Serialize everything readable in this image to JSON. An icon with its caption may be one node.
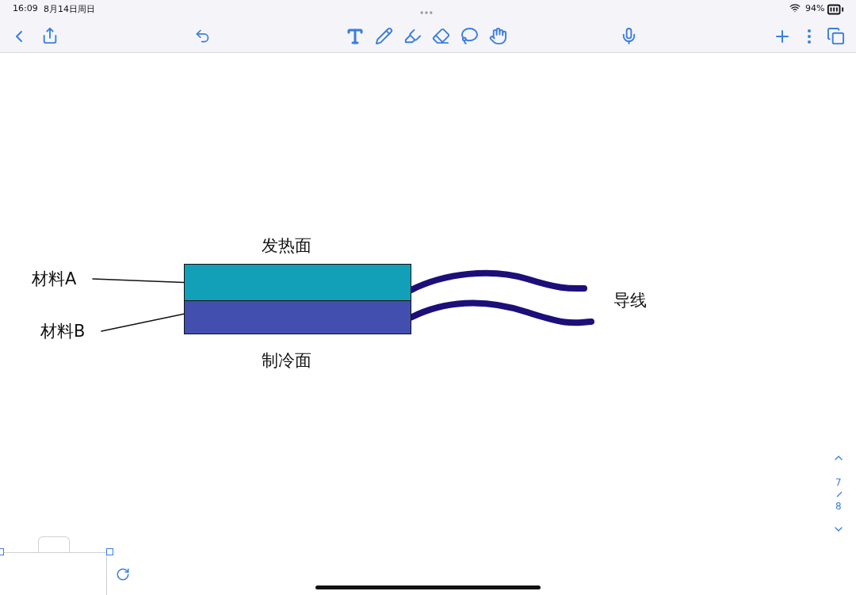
{
  "diagram": {
    "nodes": [
      {
        "text": [
          "材料A"
        ]
      },
      {
        "text": [
          "材料B"
        ]
      },
      {
        "text": [],
        "shape": "box"
      },
      {
        "text": [],
        "shape": "box"
      }
    ],
    "edges": [
      {
        "from": 0,
        "to": 2,
        "arrow": "none"
      },
      {
        "from": 1,
        "to": 3,
        "arrow": "none"
      },
      {
        "from": 2,
        "to": null,
        "arrow": "none",
        "style": "thick",
        "color": "#1c0f7a"
      },
      {
        "from": 3,
        "to": null,
        "arrow": "none",
        "style": "thick",
        "color": "#1c0f7a"
      }
    ],
    "labels": [
      "16:09",
      "8月14日周日",
      "94%",
      "发热面",
      "导线",
      "制冷面",
      "7",
      "8"
    ]
  }
}
